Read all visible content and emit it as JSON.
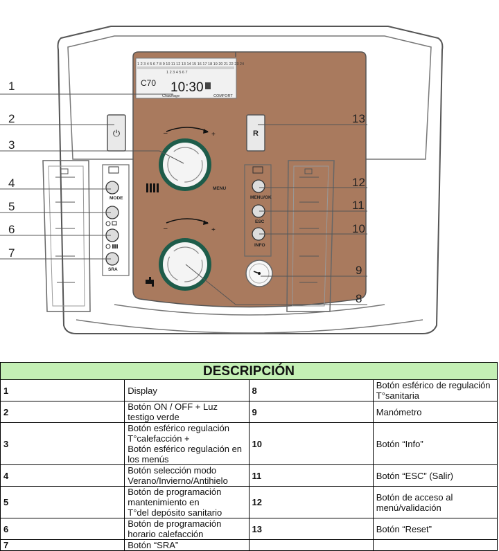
{
  "display": {
    "top_digits": "1 2 3 4 5 6 7 8 9 10 11 12 13 14 15 16 17 18 19 20 21 22 23 24",
    "row2": "1 2 3 4 5 6 7",
    "temp": "C70",
    "time": "10:30",
    "mode_label": "Chauffage",
    "comfort_label": "COMFORT"
  },
  "buttons": {
    "power_symbol": "⏻",
    "reset": "R",
    "mode": "MODE",
    "sra": "SRA",
    "menu": "MENU",
    "menu_ok": "MENU/OK",
    "esc": "ESC",
    "info": "INFO",
    "minus": "–",
    "plus": "+"
  },
  "callouts": {
    "left": [
      "1",
      "2",
      "3",
      "4",
      "5",
      "6",
      "7"
    ],
    "right": [
      "13",
      "12",
      "11",
      "10",
      "9",
      "8"
    ]
  },
  "table": {
    "header": "DESCRIPCIÓN",
    "rows": [
      {
        "n1": "1",
        "t1": "Display",
        "n2": "8",
        "t2": "Botón esférico de regulación T°sanitaria"
      },
      {
        "n1": "2",
        "t1": "Botón ON / OFF + Luz testigo verde",
        "n2": "9",
        "t2": "Manómetro"
      },
      {
        "n1": "3",
        "t1": "Botón esférico regulación T°calefacción +",
        "t1b": "Botón esférico regulación en los menús",
        "n2": "10",
        "t2": "Botón “Info”"
      },
      {
        "n1": "4",
        "t1": "Botón selección modo",
        "t1b": "Verano/Invierno/Antihielo",
        "n2": "11",
        "t2": "Botón “ESC” (Salir)"
      },
      {
        "n1": "5",
        "t1": "Botón de programación mantenimiento en",
        "t1b": "T°del depósito sanitario",
        "n2": "12",
        "t2": "Botón de acceso al menú/validación"
      },
      {
        "n1": "6",
        "t1": "Botón de programación horario calefacción",
        "n2": "13",
        "t2": "Botón “Reset”"
      },
      {
        "n1": "7",
        "t1": "Botón “SRA”",
        "n2": "",
        "t2": ""
      }
    ]
  },
  "colors": {
    "panel_brown": "#a97a5e",
    "knob_green": "#1e5c4a",
    "header_green": "#c4f0b5",
    "line_gray": "#555555"
  }
}
